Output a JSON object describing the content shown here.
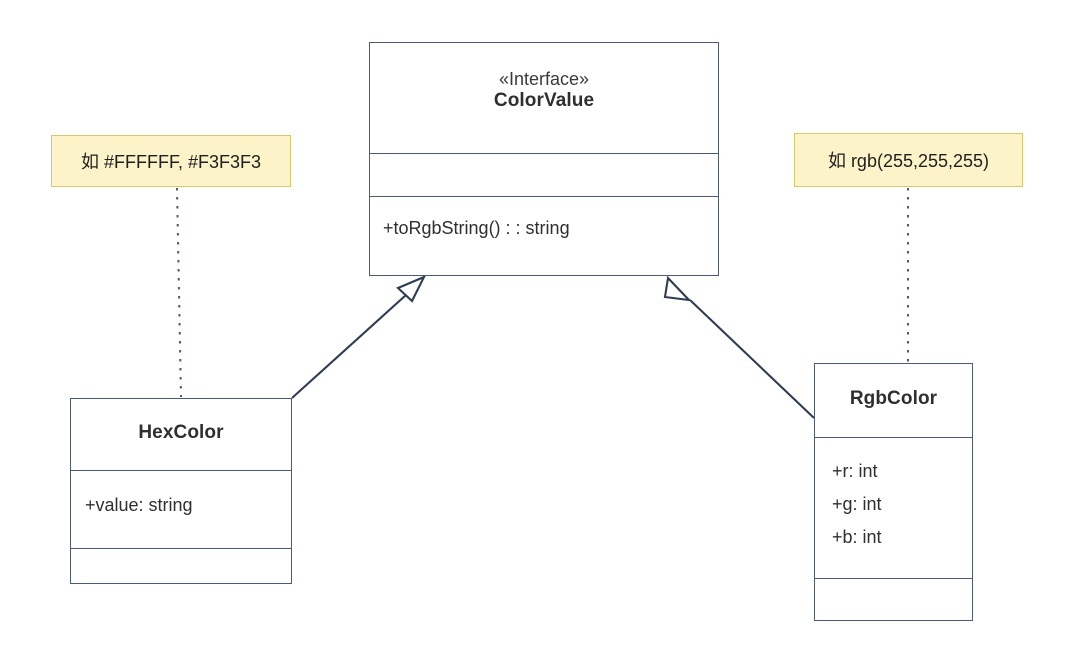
{
  "diagram": {
    "type": "uml-class-diagram",
    "colors": {
      "box_border": "#4b5b72",
      "box_fill": "#ffffff",
      "text": "#2f2f2f",
      "note_fill": "#fcf4c8",
      "note_border": "#d6c871",
      "edge": "#2e3d54"
    }
  },
  "interface": {
    "stereotype": "«Interface»",
    "name": "ColorValue",
    "attributes": [],
    "operations": [
      "+toRgbString() : : string"
    ]
  },
  "hexcolor": {
    "name": "HexColor",
    "attributes": [
      "+value: string"
    ],
    "operations": []
  },
  "rgbcolor": {
    "name": "RgbColor",
    "attributes": [
      "+r: int",
      "+g: int",
      "+b: int"
    ],
    "operations": []
  },
  "notes": {
    "hex_note": "如 #FFFFFF, #F3F3F3",
    "rgb_note": "如 rgb(255,255,255)"
  },
  "relationships": [
    {
      "kind": "generalization",
      "from": "HexColor",
      "to": "ColorValue"
    },
    {
      "kind": "generalization",
      "from": "RgbColor",
      "to": "ColorValue"
    },
    {
      "kind": "note-link",
      "from": "hex_note",
      "to": "HexColor"
    },
    {
      "kind": "note-link",
      "from": "rgb_note",
      "to": "RgbColor"
    }
  ]
}
